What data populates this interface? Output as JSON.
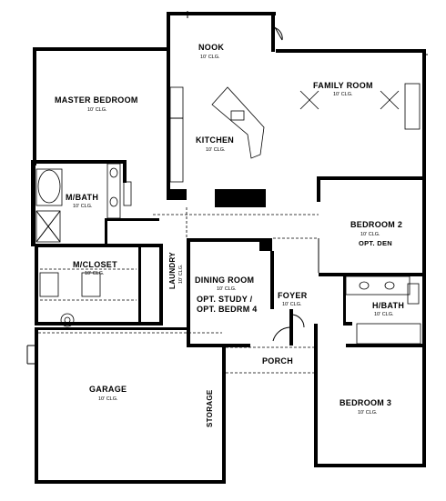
{
  "rooms": {
    "nook": {
      "name": "NOOK",
      "ceiling": "10' CLG."
    },
    "family_room": {
      "name": "FAMILY ROOM",
      "ceiling": "10' CLG."
    },
    "master_bedroom": {
      "name": "MASTER BEDROOM",
      "ceiling": "10' CLG."
    },
    "kitchen": {
      "name": "KITCHEN",
      "ceiling": "10' CLG."
    },
    "master_bath": {
      "name": "M/BATH",
      "ceiling": "10' CLG."
    },
    "bedroom_2": {
      "name": "BEDROOM 2",
      "ceiling": "10' CLG.",
      "option": "OPT. DEN"
    },
    "master_closet": {
      "name": "M/CLOSET",
      "ceiling": "10' CLG."
    },
    "laundry": {
      "name": "LAUNDRY",
      "ceiling": "10' CLG."
    },
    "dining_room": {
      "name": "DINING ROOM",
      "ceiling": "10' CLG.",
      "option_line1": "OPT. STUDY /",
      "option_line2": "OPT. BEDRM 4"
    },
    "foyer": {
      "name": "FOYER",
      "ceiling": "10' CLG."
    },
    "hall_bath": {
      "name": "H/BATH",
      "ceiling": "10' CLG."
    },
    "porch": {
      "name": "PORCH"
    },
    "garage": {
      "name": "GARAGE",
      "ceiling": "10' CLG."
    },
    "storage": {
      "name": "STORAGE"
    },
    "bedroom_3": {
      "name": "BEDROOM 3",
      "ceiling": "10' CLG."
    }
  }
}
